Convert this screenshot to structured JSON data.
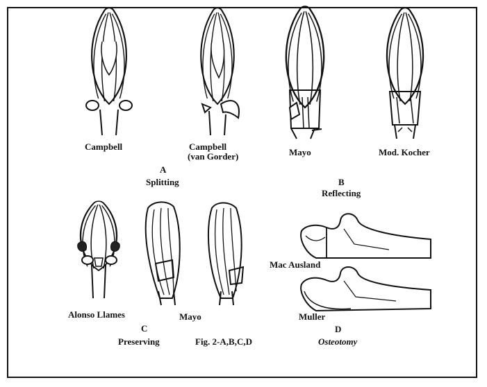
{
  "labels": {
    "campbell": "Campbell",
    "campbell_vg_1": "Campbell",
    "campbell_vg_2": "(van Gorder)",
    "mayo_b": "Mayo",
    "mod_kocher": "Mod. Kocher",
    "letter_a": "A",
    "splitting": "Splitting",
    "letter_b": "B",
    "reflecting": "Reflecting",
    "mac_ausland": "Mac Ausland",
    "alonso_llames": "Alonso Llames",
    "mayo_c": "Mayo",
    "muller": "Muller",
    "letter_c": "C",
    "letter_d": "D",
    "preserving": "Preserving",
    "fig_caption": "Fig. 2-A,B,C,D",
    "osteotomy": "Osteotomy"
  }
}
